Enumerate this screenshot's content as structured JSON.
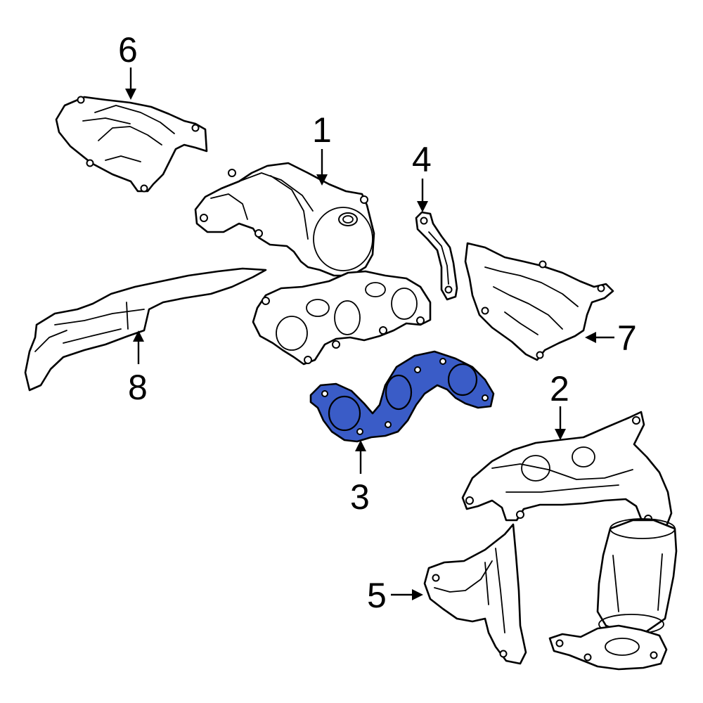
{
  "diagram": {
    "highlight_color": "#3a5cc7",
    "highlighted_callout": "3",
    "callouts": [
      "1",
      "2",
      "3",
      "4",
      "5",
      "6",
      "7",
      "8"
    ]
  }
}
